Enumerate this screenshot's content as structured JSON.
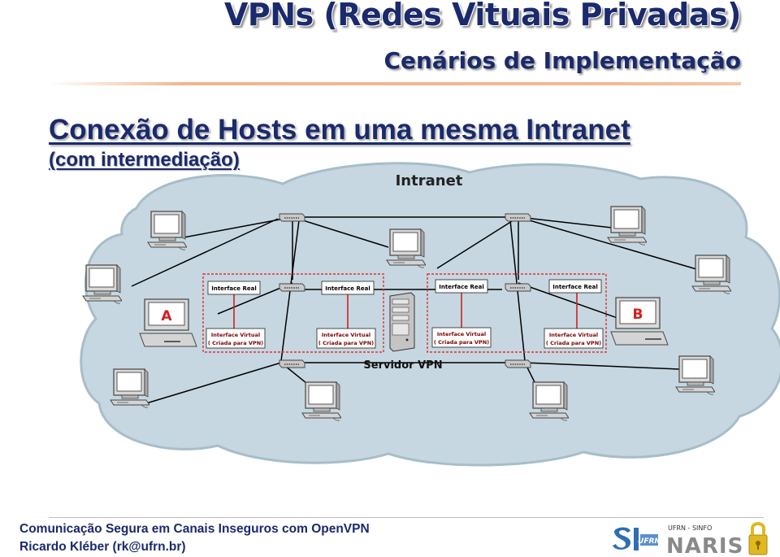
{
  "slide": {
    "title": "VPNs (Redes Vituais Privadas)",
    "subtitle": "Cenários de Implementação",
    "heading": "Conexão de Hosts em uma mesma Intranet",
    "subheading": "(com intermediação)"
  },
  "diagram": {
    "cloud_label": "Intranet",
    "server_label": "Servidor VPN",
    "host_a": "A",
    "host_b": "B",
    "interface_real": "Interface Real",
    "interface_virtual_1": "Interface Virtual",
    "interface_virtual_2": "( Criada para VPN)",
    "colors": {
      "cloud": "#c5d6e0",
      "cloud_edge": "#a9bfcc",
      "dashed_box": "#e23030",
      "link": "#000000",
      "text": "#1a2a6c"
    }
  },
  "footer": {
    "line1": "Comunicação Segura em Canais Inseguros com OpenVPN",
    "line2": "Ricardo Kléber (rk@ufrn.br)",
    "logo_left": "SI UFRN",
    "logo_right": "UFRN - SINFO NARIS"
  }
}
